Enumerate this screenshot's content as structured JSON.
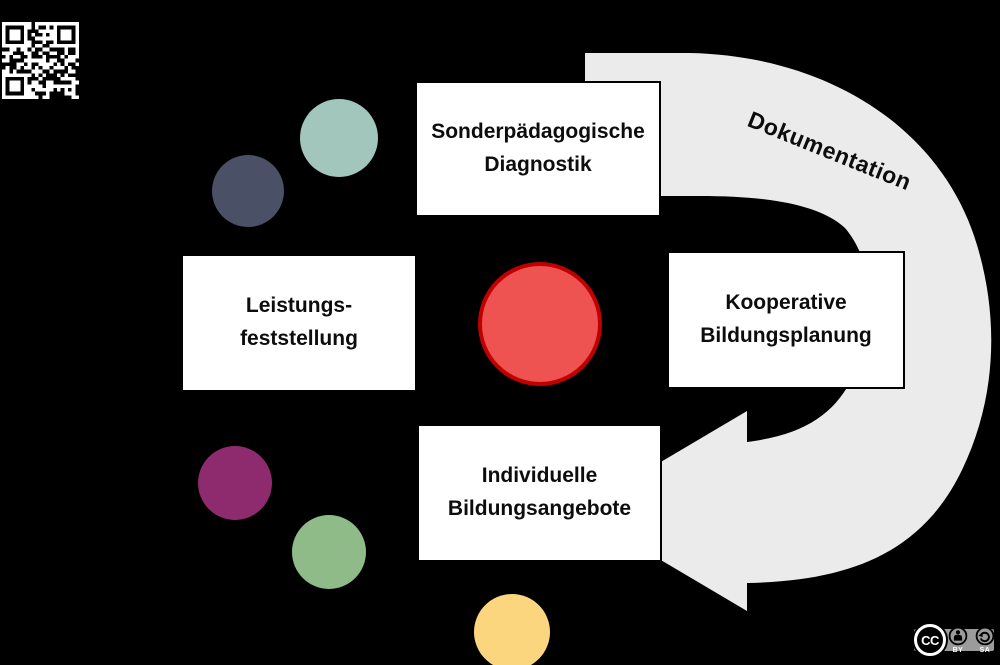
{
  "canvas": {
    "background": "#000000"
  },
  "qr": {
    "icon": "qr-code",
    "module_color": "#ffffff"
  },
  "arrow": {
    "label": "Dokumentation",
    "color": "#ebebeb"
  },
  "boxes": {
    "top": {
      "line1": "Sonderpädagogische",
      "line2": "Diagnostik"
    },
    "left": {
      "line1": "Leistungs-",
      "line2": "feststellung"
    },
    "right": {
      "line1": "Kooperative",
      "line2": "Bildungsplanung"
    },
    "bottom": {
      "line1": "Individuelle",
      "line2": "Bildungsangebote"
    }
  },
  "center_circle": {
    "fill": "#ee5251",
    "border": "#c00000"
  },
  "dot_circles": [
    {
      "name": "teal-dot",
      "color": "#a2c5bc"
    },
    {
      "name": "slate-dot",
      "color": "#4a5166"
    },
    {
      "name": "purple-dot",
      "color": "#8e2a6e"
    },
    {
      "name": "green-dot",
      "color": "#8fbb89"
    },
    {
      "name": "yellow-dot",
      "color": "#fbd67e"
    }
  ],
  "license": {
    "cc": "CC",
    "by": "BY",
    "sa": "SA"
  }
}
